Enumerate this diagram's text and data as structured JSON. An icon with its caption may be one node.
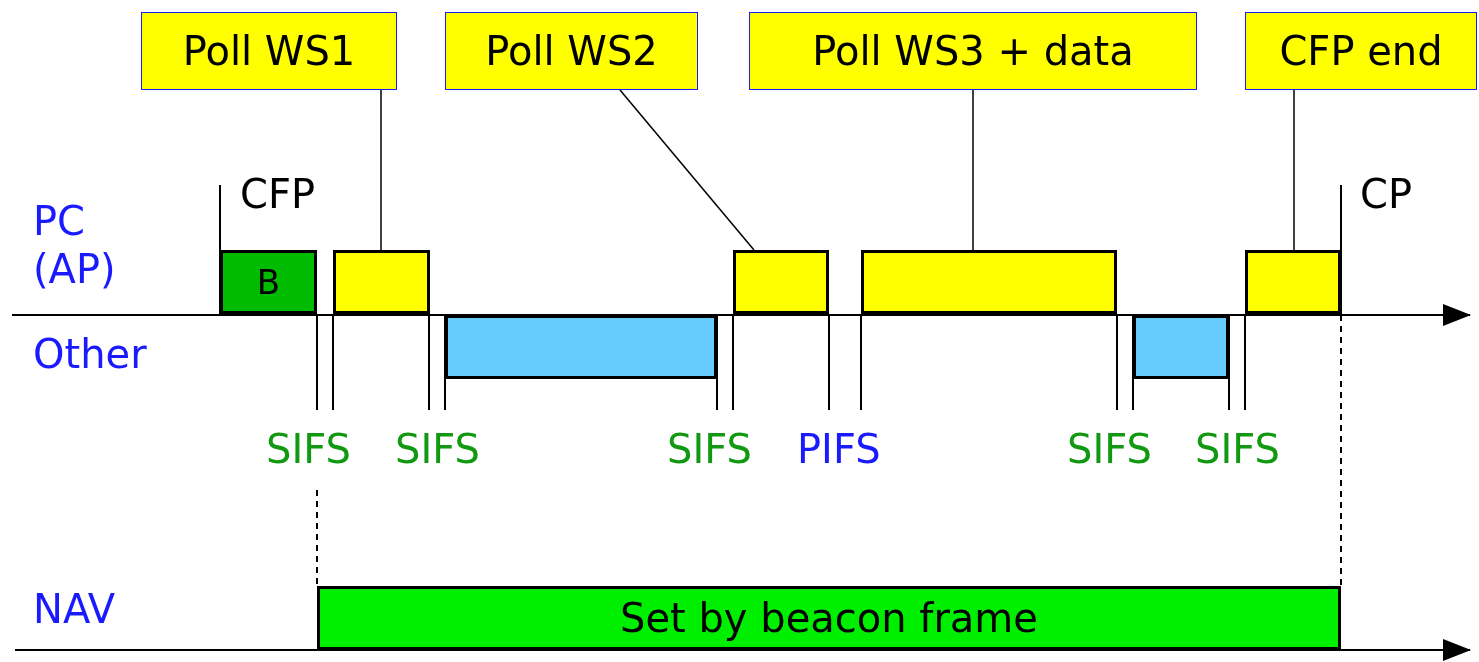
{
  "diagram": {
    "nodes": [
      {
        "text": [
          "Poll WS1"
        ]
      },
      {
        "text": [
          "Poll WS2"
        ]
      },
      {
        "text": [
          "Poll WS3 + data"
        ]
      },
      {
        "text": [
          "CFP end"
        ]
      },
      {
        "text": [
          "B"
        ]
      },
      {
        "text": [],
        "shape": "box"
      },
      {
        "text": [],
        "shape": "box"
      },
      {
        "text": [],
        "shape": "box"
      },
      {
        "text": [],
        "shape": "box"
      },
      {
        "text": [],
        "shape": "box"
      },
      {
        "text": [],
        "shape": "box"
      },
      {
        "text": [
          "Set by beacon frame"
        ]
      }
    ],
    "edges": [
      {
        "from": 0,
        "to": 5,
        "arrow": "none"
      },
      {
        "from": 1,
        "to": 7,
        "arrow": "none"
      },
      {
        "from": 2,
        "to": 8,
        "arrow": "none"
      },
      {
        "from": 3,
        "to": 10,
        "arrow": "none"
      }
    ],
    "labels": [
      "CFP",
      "CP",
      "PC (AP)",
      "Other",
      "SIFS",
      "SIFS",
      "SIFS",
      "PIFS",
      "SIFS",
      "SIFS",
      "NAV"
    ]
  }
}
